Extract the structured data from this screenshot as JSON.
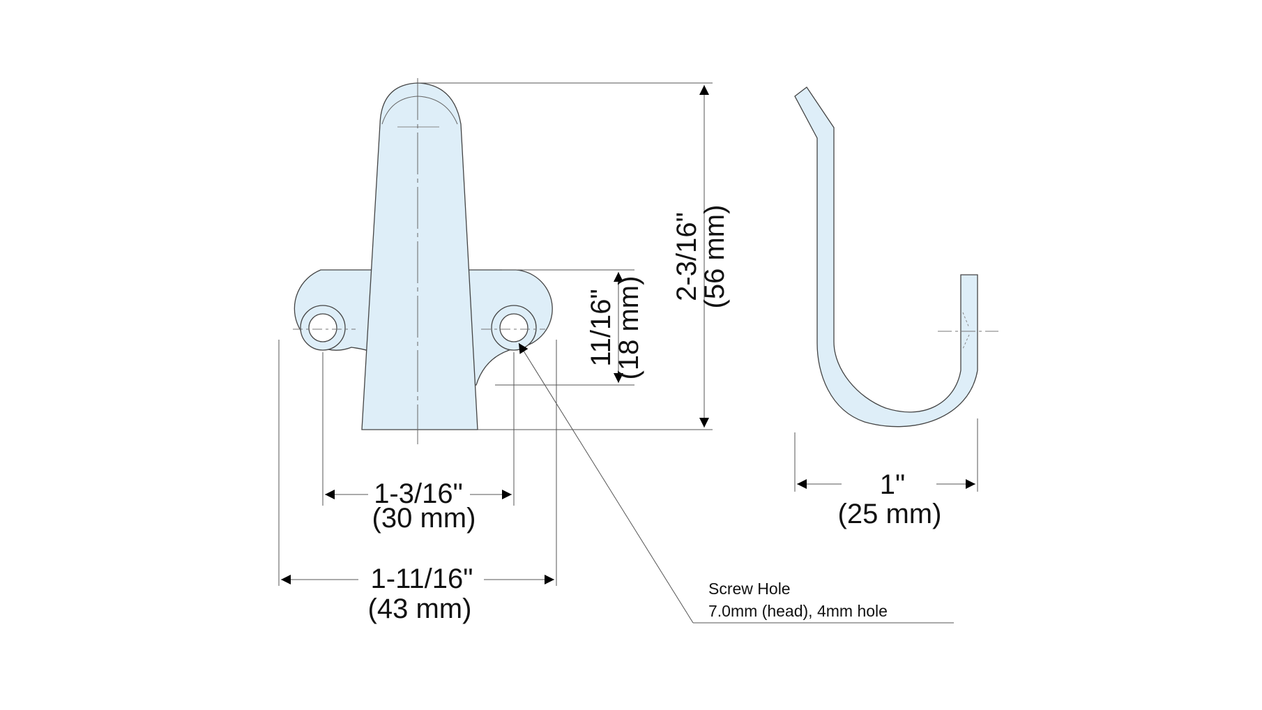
{
  "colors": {
    "part_fill": "#deeef8",
    "outline": "#333333",
    "dimension_line": "#555555",
    "arrow": "#000000",
    "text": "#111111",
    "background": "#ffffff"
  },
  "front_view": {
    "overall_height": {
      "imperial": "2-3/16\"",
      "metric": "(56 mm)"
    },
    "base_height": {
      "imperial": "11/16\"",
      "metric": "(18 mm)"
    },
    "hole_spacing": {
      "imperial": "1-3/16\"",
      "metric": "(30 mm)"
    },
    "overall_width": {
      "imperial": "1-11/16\"",
      "metric": "(43 mm)"
    }
  },
  "side_view": {
    "hook_depth": {
      "imperial": "1\"",
      "metric": "(25 mm)"
    }
  },
  "screw_hole_note": {
    "title": "Screw Hole",
    "spec": "7.0mm (head), 4mm hole"
  }
}
